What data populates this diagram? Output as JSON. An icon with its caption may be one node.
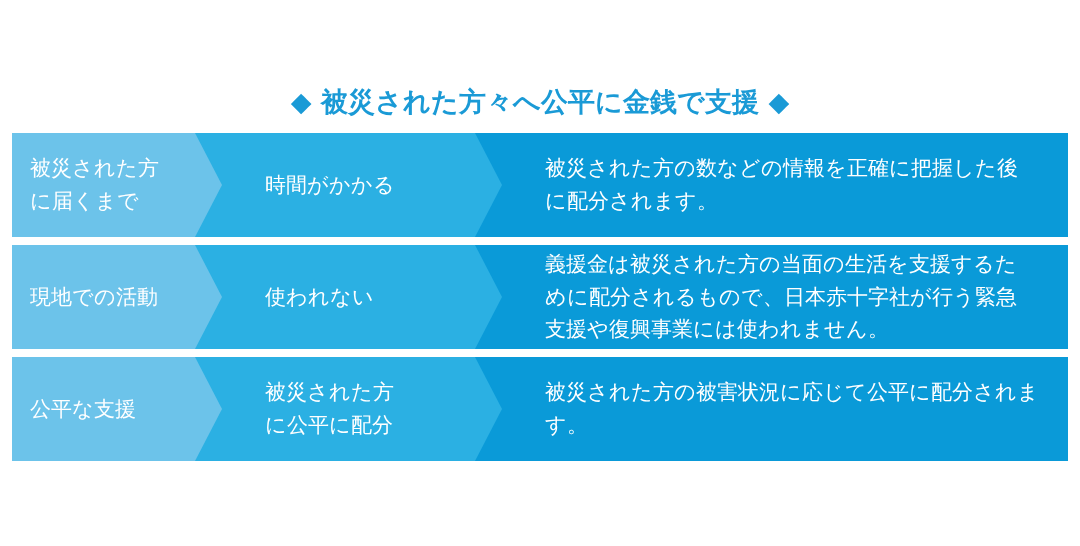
{
  "diagram": {
    "title": "◆ 被災された方々へ公平に金銭で支援 ◆",
    "nodes": [
      {
        "text": [
          "被災された方に届くまで"
        ]
      },
      {
        "text": [
          "時間がかかる"
        ]
      },
      {
        "text": [
          "被災された方の数などの情報を正確に把握した後に配分されます。"
        ]
      },
      {
        "text": [
          "現地での活動"
        ]
      },
      {
        "text": [
          "使われない"
        ]
      },
      {
        "text": [
          "義援金は被災された方の当面の生活を支援するために配分されるもので、日本赤十字社が行う緊急支援や復興事業には使われません。"
        ]
      },
      {
        "text": [
          "公平な支援"
        ]
      },
      {
        "text": [
          "被災された方に公平に配分"
        ]
      },
      {
        "text": [
          "被災された方の被害状況に応じて公平に配分されます。"
        ]
      }
    ]
  }
}
